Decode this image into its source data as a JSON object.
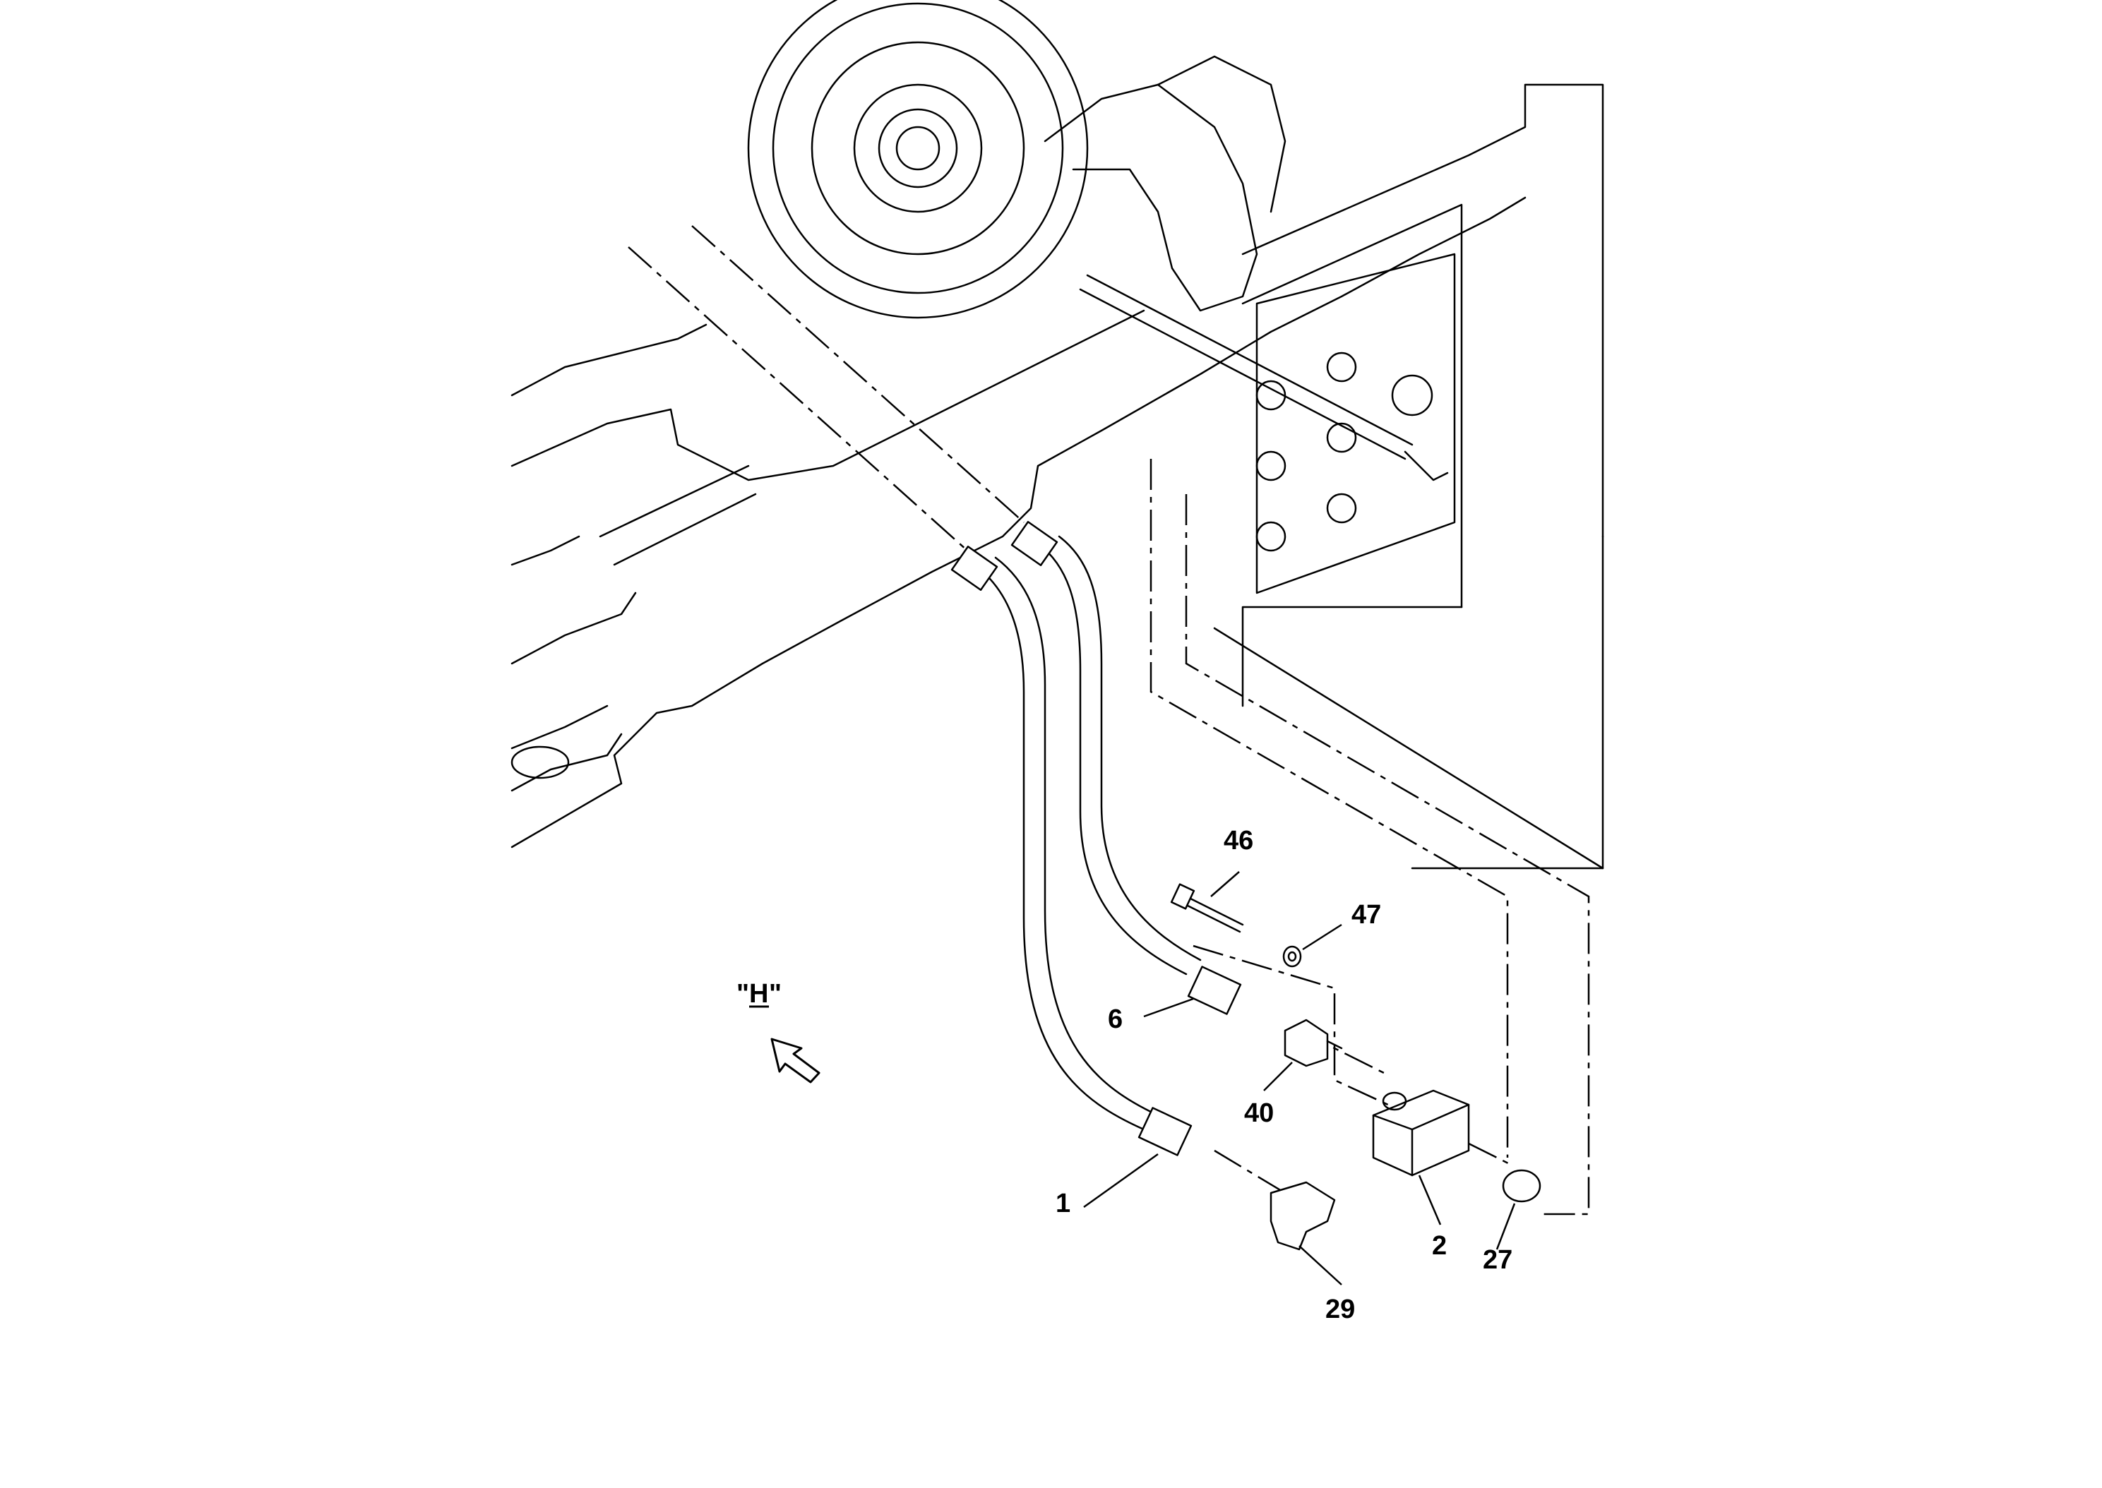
{
  "view_marker": {
    "text": "H"
  },
  "callouts": [
    {
      "id": "46",
      "text": "46"
    },
    {
      "id": "47",
      "text": "47"
    },
    {
      "id": "6",
      "text": "6"
    },
    {
      "id": "40",
      "text": "40"
    },
    {
      "id": "1",
      "text": "1"
    },
    {
      "id": "29",
      "text": "29"
    },
    {
      "id": "2",
      "text": "2"
    },
    {
      "id": "27",
      "text": "27"
    }
  ],
  "icons": {
    "view_arrow": "view-direction-arrow-icon"
  }
}
